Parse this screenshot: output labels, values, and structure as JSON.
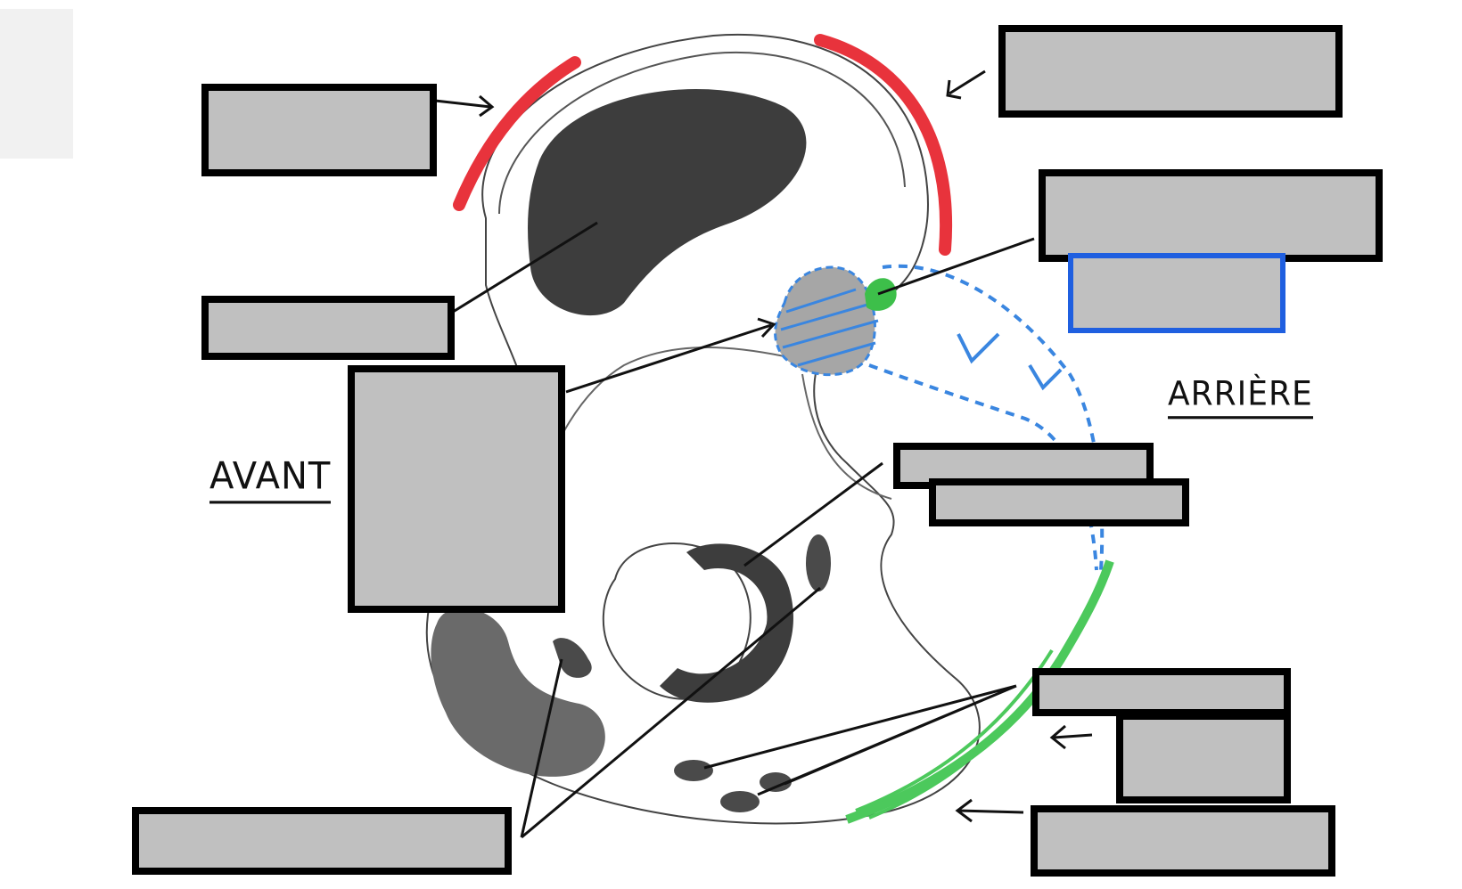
{
  "labels": {
    "front": "AVANT",
    "back": "ARRIÈRE"
  },
  "colors": {
    "label_box_fill": "#c0c0c0",
    "label_box_border": "#000000",
    "selected_box_border": "#1f5fe0",
    "red_layer": "#e8333c",
    "blue_dashed": "#3a86e0",
    "green_muscle": "#4cc95c",
    "organ_fill": "#3d3d3d"
  },
  "answer_boxes": [
    {
      "name": "answer-box-top-left"
    },
    {
      "name": "answer-box-top-right"
    },
    {
      "name": "answer-box-right-upper"
    },
    {
      "name": "answer-box-right-upper-selected",
      "selected": true
    },
    {
      "name": "answer-box-left-middle"
    },
    {
      "name": "answer-box-left-large"
    },
    {
      "name": "answer-box-center-right-a"
    },
    {
      "name": "answer-box-center-right-b"
    },
    {
      "name": "answer-box-right-lower-a"
    },
    {
      "name": "answer-box-right-lower-b"
    },
    {
      "name": "answer-box-bottom-right"
    },
    {
      "name": "answer-box-bottom-left"
    }
  ]
}
